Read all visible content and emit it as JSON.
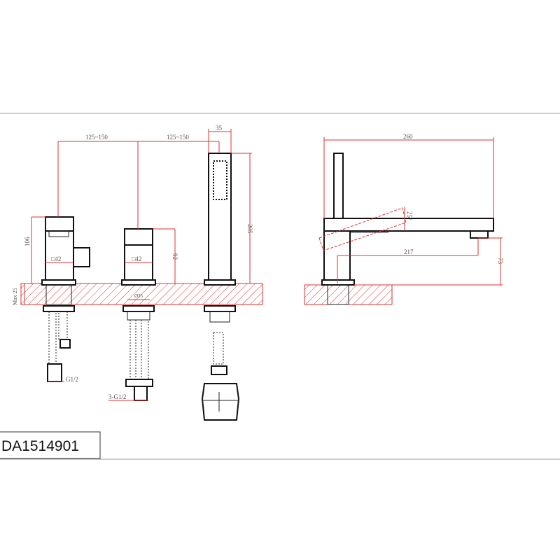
{
  "drawing": {
    "model_code": "DA1514901",
    "dimensions": {
      "spacing_1": "125~150",
      "spacing_2": "125~150",
      "shower_width": "35",
      "shower_height": "205",
      "mixer_height": "106",
      "mixer_square": "□42",
      "valve_square": "□42",
      "valve_height": "92",
      "hole_diameter": "Ø35",
      "deck_max": "Max 25",
      "mixer_thread": "G1/2",
      "valve_thread": "3-G1/2",
      "overall_length": "260",
      "tilt_angle": "25°",
      "spout_reach": "217",
      "spout_height": "73"
    }
  }
}
